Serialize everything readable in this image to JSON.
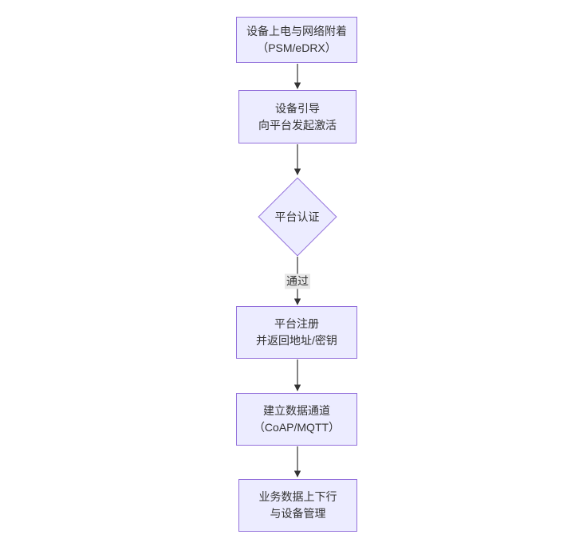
{
  "flowchart": {
    "background_color": "#ffffff",
    "node_fill_color": "#ECECFF",
    "node_border_color": "#9370DB",
    "edge_color": "#333333",
    "edge_label_background": "#e8e8e8",
    "text_color": "#333333",
    "nodes": [
      {
        "id": "power-attach",
        "shape": "rect",
        "lines": [
          "设备上电与网络附着",
          "（PSM/eDRX）"
        ]
      },
      {
        "id": "bootstrap",
        "shape": "rect",
        "lines": [
          "设备引导",
          "向平台发起激活"
        ]
      },
      {
        "id": "platform-auth",
        "shape": "diamond",
        "lines": [
          "平台认证"
        ]
      },
      {
        "id": "platform-register",
        "shape": "rect",
        "lines": [
          "平台注册",
          "并返回地址/密钥"
        ]
      },
      {
        "id": "data-channel",
        "shape": "rect",
        "lines": [
          "建立数据通道",
          "（CoAP/MQTT）"
        ]
      },
      {
        "id": "business-data",
        "shape": "rect",
        "lines": [
          "业务数据上下行",
          "与设备管理"
        ]
      }
    ],
    "edges": [
      {
        "from": "power-attach",
        "to": "bootstrap",
        "label": ""
      },
      {
        "from": "bootstrap",
        "to": "platform-auth",
        "label": ""
      },
      {
        "from": "platform-auth",
        "to": "platform-register",
        "label": "通过"
      },
      {
        "from": "platform-register",
        "to": "data-channel",
        "label": ""
      },
      {
        "from": "data-channel",
        "to": "business-data",
        "label": ""
      }
    ]
  }
}
